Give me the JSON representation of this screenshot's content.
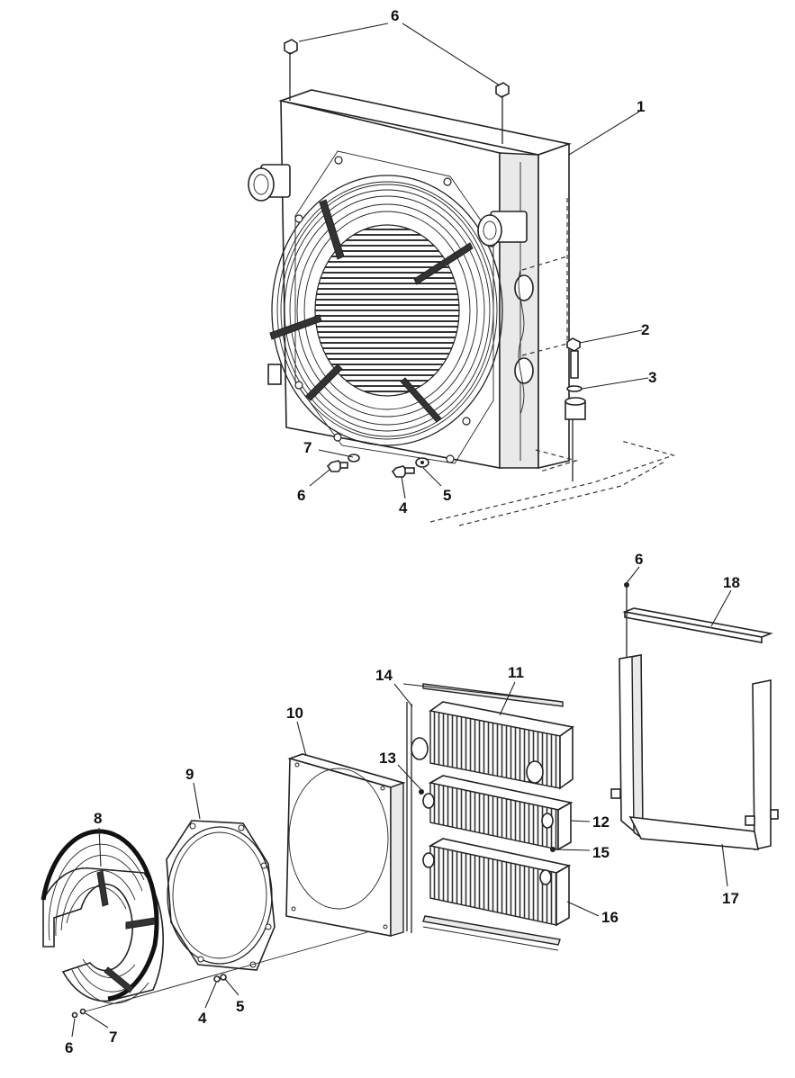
{
  "callouts": {
    "c1": "1",
    "c2": "2",
    "c3": "3",
    "c4_top": "4",
    "c5_top": "5",
    "c6_top": "6",
    "c6_mid": "6",
    "c6_right": "6",
    "c6_bottom": "6",
    "c7_mid": "7",
    "c7_bottom": "7",
    "c4_bottom": "4",
    "c5_bottom": "5",
    "c8": "8",
    "c9": "9",
    "c10": "10",
    "c11": "11",
    "c12": "12",
    "c13": "13",
    "c14": "14",
    "c15": "15",
    "c16": "16",
    "c17": "17",
    "c18": "18"
  }
}
